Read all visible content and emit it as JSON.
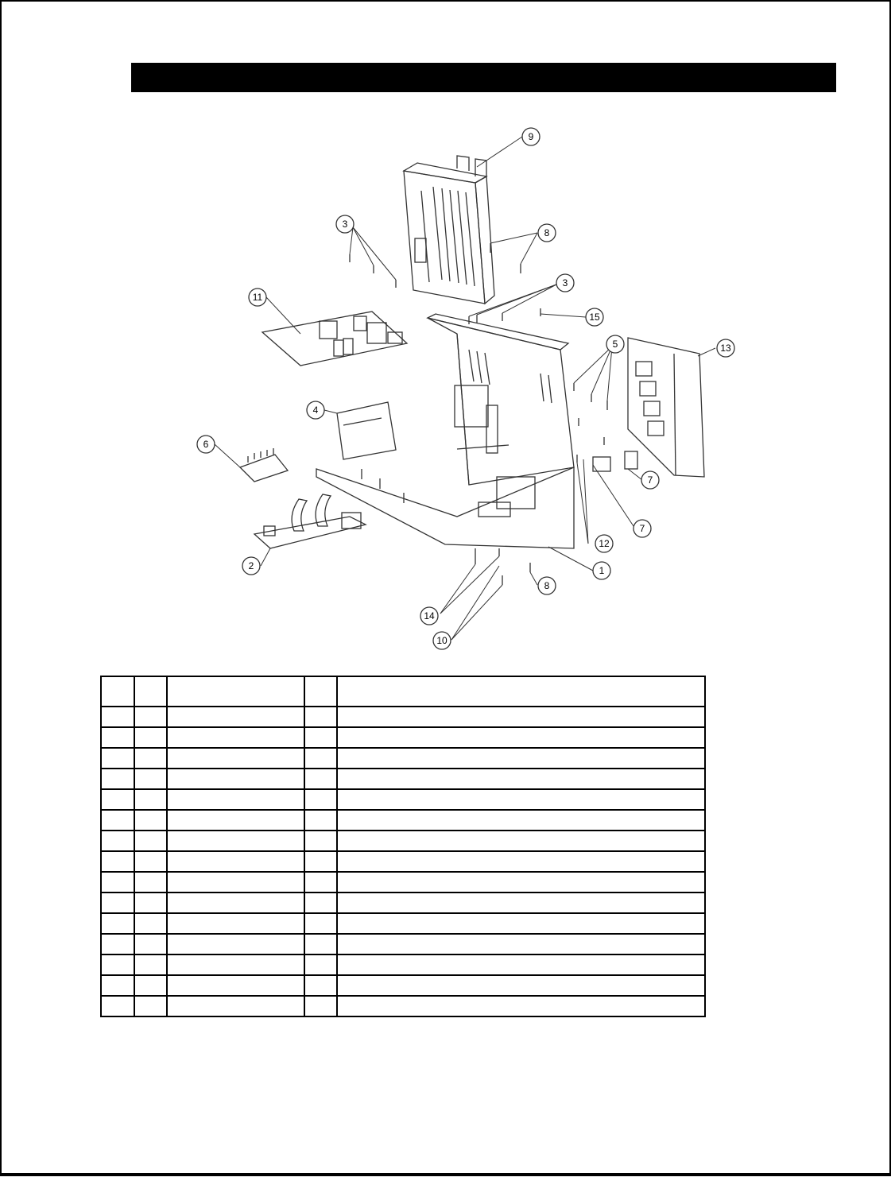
{
  "header": {
    "title": ""
  },
  "diagram": {
    "callouts": [
      "9",
      "3",
      "8",
      "3",
      "15",
      "11",
      "5",
      "13",
      "4",
      "6",
      "7",
      "7",
      "12",
      "2",
      "1",
      "8",
      "14",
      "10"
    ]
  },
  "parts_table": {
    "columns": [
      "",
      "",
      "",
      "",
      ""
    ],
    "rows": [
      [
        "",
        "",
        "",
        "",
        ""
      ],
      [
        "",
        "",
        "",
        "",
        ""
      ],
      [
        "",
        "",
        "",
        "",
        ""
      ],
      [
        "",
        "",
        "",
        "",
        ""
      ],
      [
        "",
        "",
        "",
        "",
        ""
      ],
      [
        "",
        "",
        "",
        "",
        ""
      ],
      [
        "",
        "",
        "",
        "",
        ""
      ],
      [
        "",
        "",
        "",
        "",
        ""
      ],
      [
        "",
        "",
        "",
        "",
        ""
      ],
      [
        "",
        "",
        "",
        "",
        ""
      ],
      [
        "",
        "",
        "",
        "",
        ""
      ],
      [
        "",
        "",
        "",
        "",
        ""
      ],
      [
        "",
        "",
        "",
        "",
        ""
      ],
      [
        "",
        "",
        "",
        "",
        ""
      ],
      [
        "",
        "",
        "",
        "",
        ""
      ]
    ]
  }
}
